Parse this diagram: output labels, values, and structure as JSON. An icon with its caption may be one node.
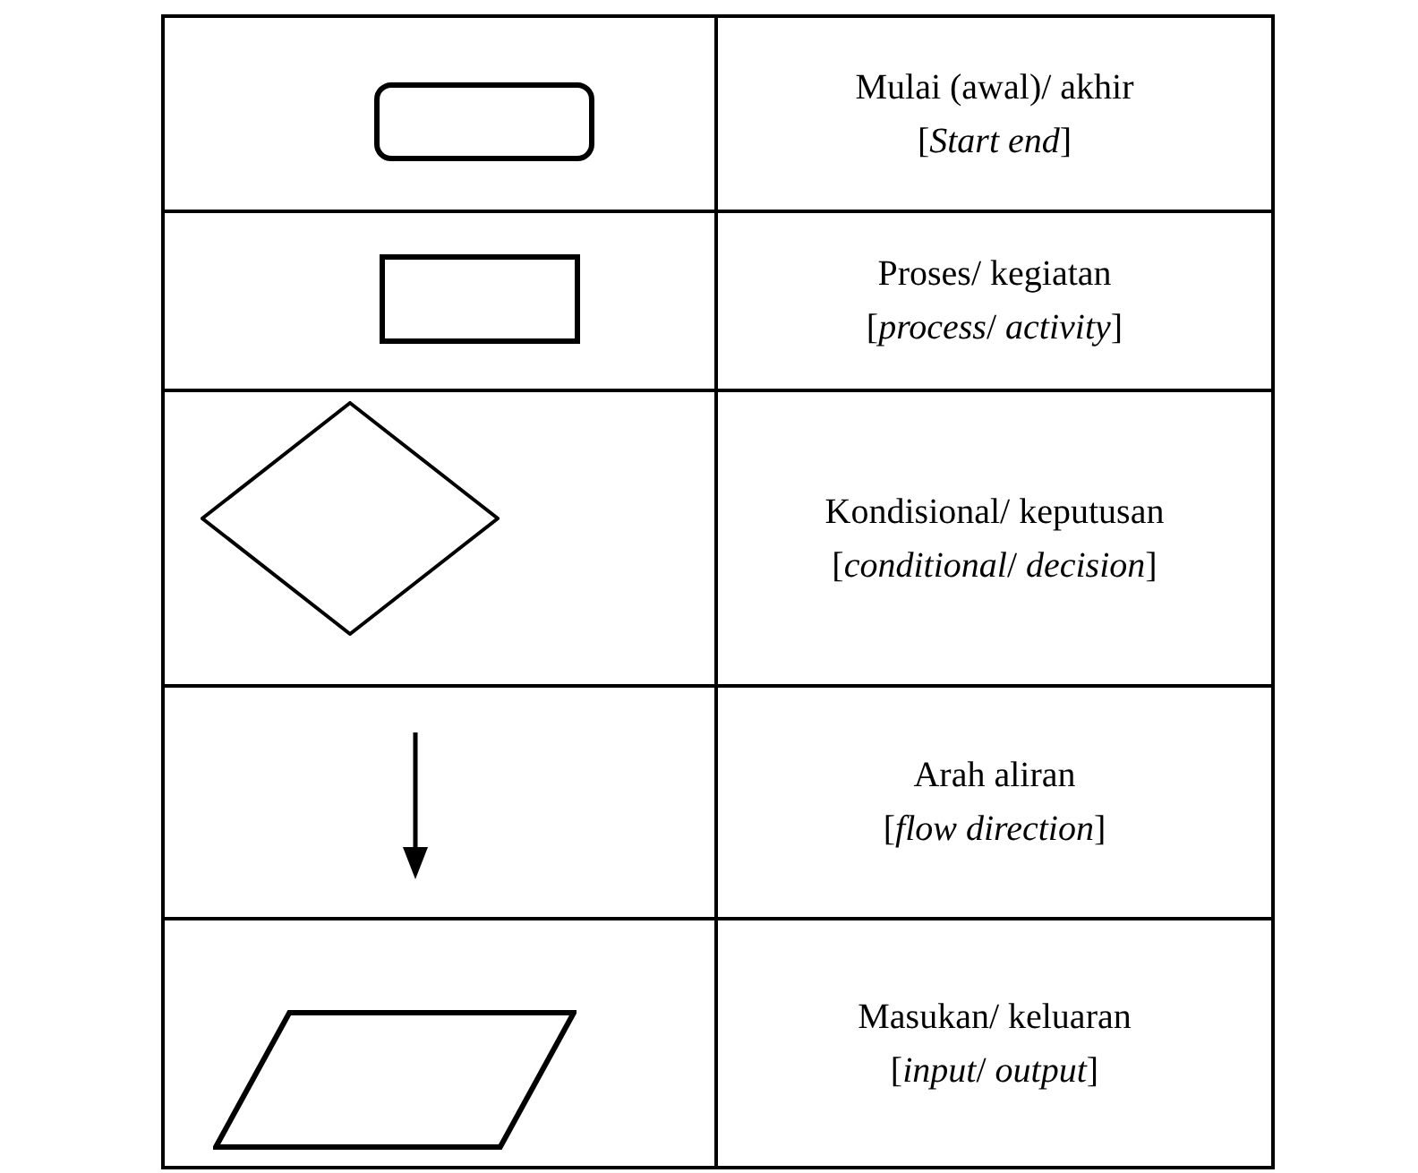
{
  "diagram": {
    "nodes": [
      {
        "text": [],
        "shape": "rounded-box"
      },
      {
        "text": [],
        "shape": "box"
      },
      {
        "text": [],
        "shape": "diamond"
      },
      {
        "text": [],
        "shape": "parallelogram"
      }
    ],
    "labels": [
      "Mulai (awal)/ akhir",
      "[*Start end*]",
      "Proses/ kegiatan",
      "[*process*/ *activity*]",
      "Kondisional/ keputusan",
      "[*conditional*/ *decision*]",
      "Arah aliran",
      "[*flow direction*]",
      "Masukan/ keluaran",
      "[*input*/ *output*]"
    ]
  }
}
